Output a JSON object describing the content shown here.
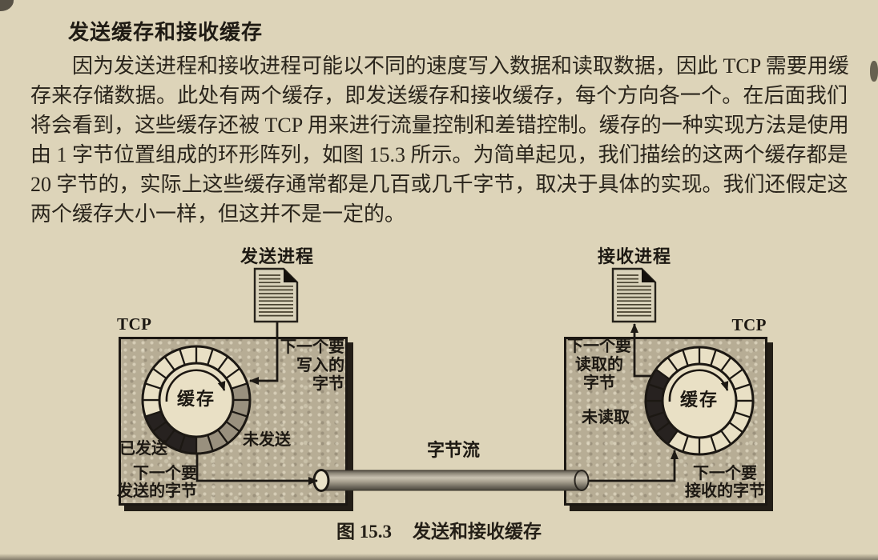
{
  "page": {
    "heading": "发送缓存和接收缓存",
    "paragraph_lines": [
      "因为发送进程和接收进程可能以不同的速度写入数据和读取数据，因此 TCP 需要用缓",
      "存来存储数据。此处有两个缓存，即发送缓存和接收缓存，每个方向各一个。在后面我们",
      "将会看到，这些缓存还被 TCP 用来进行流量控制和差错控制。缓存的一种实现方法是使用",
      "由 1 字节位置组成的环形阵列，如图 15.3 所示。为简单起见，我们描绘的这两个缓存都是",
      "20 字节的，实际上这些缓存通常都是几百或几千字节，取决于具体的实现。我们还假定这",
      "两个缓存大小一样，但这并不是一定的。"
    ]
  },
  "figure": {
    "caption": {
      "number": "图 15.3",
      "title": "发送和接收缓存"
    },
    "byte_stream_label": "字节流",
    "sender": {
      "process_label": "发送进程",
      "tcp_label": "TCP",
      "buffer_label": "缓存",
      "next_write_lines": [
        "下一个要",
        "写入的",
        "字节"
      ],
      "unsent_label": "未发送",
      "sent_label": "已发送",
      "next_send_lines": [
        "下一个要",
        "发送的字节"
      ],
      "ring_segments": [
        "empty",
        "empty",
        "empty",
        "empty",
        "unsent",
        "unsent",
        "unsent",
        "unsent",
        "unsent",
        "unsent",
        "sent",
        "sent",
        "sent",
        "sent",
        "empty",
        "empty",
        "empty",
        "empty",
        "empty",
        "empty"
      ]
    },
    "receiver": {
      "process_label": "接收进程",
      "tcp_label": "TCP",
      "buffer_label": "缓存",
      "next_read_lines": [
        "下一个要",
        "读取的",
        "字节"
      ],
      "unread_label": "未读取",
      "next_receive_lines": [
        "下一个要",
        "接收的字节"
      ],
      "ring_segments": [
        "empty",
        "empty",
        "empty",
        "empty",
        "empty",
        "empty",
        "empty",
        "empty",
        "empty",
        "empty",
        "empty",
        "empty",
        "unread",
        "unread",
        "unread",
        "unread",
        "unread",
        "empty",
        "empty",
        "empty"
      ]
    },
    "colors": {
      "page_bg": "#ddd4b9",
      "box_fill": "#b7ad95",
      "segment_empty": "#e9e0c5",
      "segment_unsent": "#99907e",
      "segment_filled": "#272220",
      "outline": "#1c1813"
    }
  }
}
